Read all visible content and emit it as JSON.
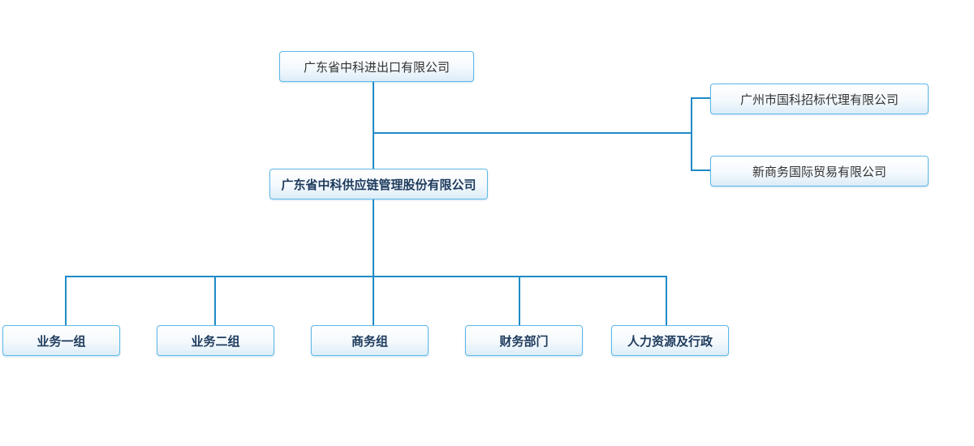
{
  "line_color": "#1f8ac6",
  "nodes": {
    "parent_company": "广东省中科进出口有限公司",
    "main_company": "广东省中科供应链管理股份有限公司",
    "affiliates": [
      "广州市国科招标代理有限公司",
      "新商务国际贸易有限公司"
    ],
    "departments": [
      "业务一组",
      "业务二组",
      "商务组",
      "财务部门",
      "人力资源及行政"
    ]
  }
}
